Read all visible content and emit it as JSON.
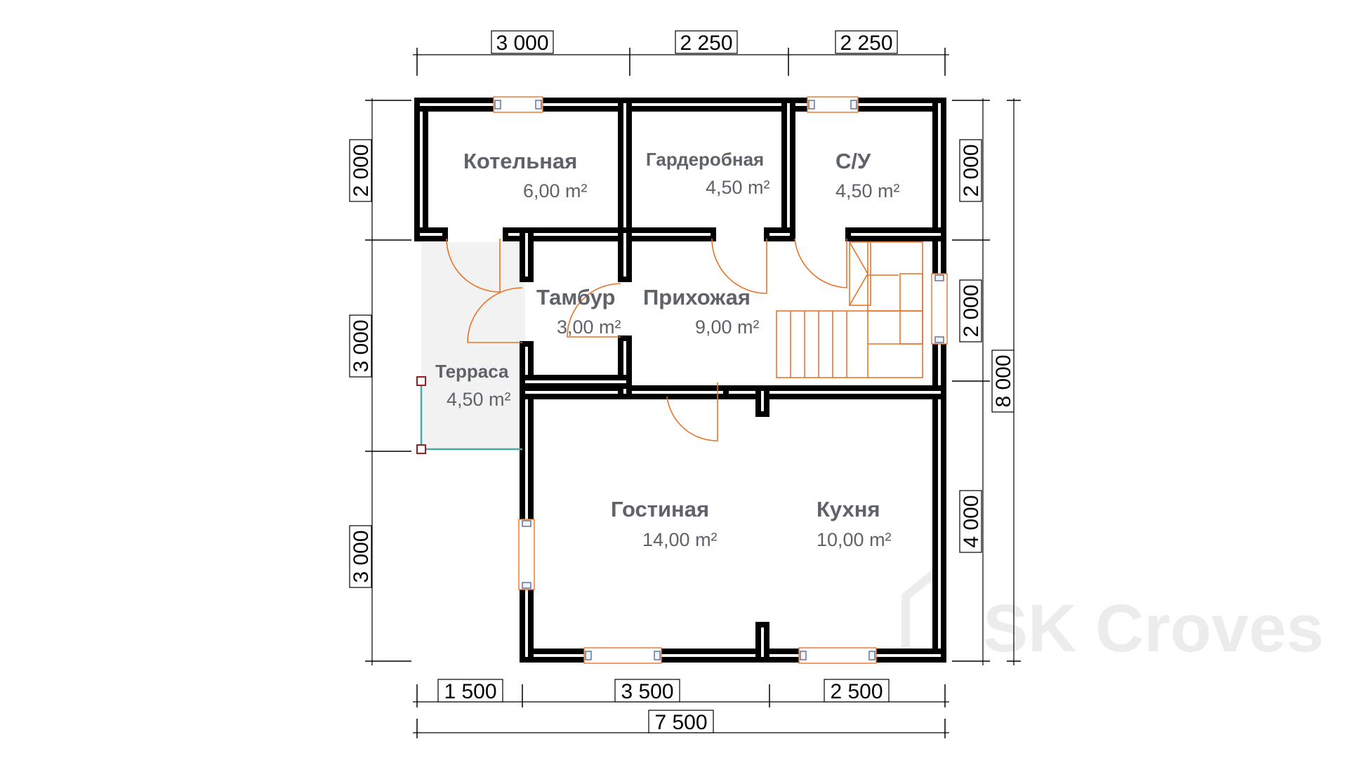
{
  "dimensions": {
    "top": [
      "3 000",
      "2 250",
      "2 250"
    ],
    "bottom": [
      "1 500",
      "3 500",
      "2 500"
    ],
    "total": "7 500",
    "left": [
      "2 000",
      "3 000",
      "3 000"
    ],
    "right": [
      "2 000",
      "2 000",
      "4 000"
    ],
    "right_total": "8 000"
  },
  "rooms": [
    {
      "name": "Котельная",
      "area": "6,00 m²"
    },
    {
      "name": "Гардеробная",
      "area": "4,50 m²"
    },
    {
      "name": "С/У",
      "area": "4,50 m²"
    },
    {
      "name": "Тамбур",
      "area": "3,00 m²"
    },
    {
      "name": "Прихожая",
      "area": "9,00 m²"
    },
    {
      "name": "Терраса",
      "area": "4,50 m²"
    },
    {
      "name": "Гостиная",
      "area": "14,00 m²"
    },
    {
      "name": "Кухня",
      "area": "10,00 m²"
    }
  ],
  "watermark": "SK Croves",
  "colors": {
    "walls": "#000000",
    "doors": "#e8742a",
    "labels": "#5f6369",
    "terrace": "#f2f2f2",
    "railing": "#4aa8a8"
  }
}
